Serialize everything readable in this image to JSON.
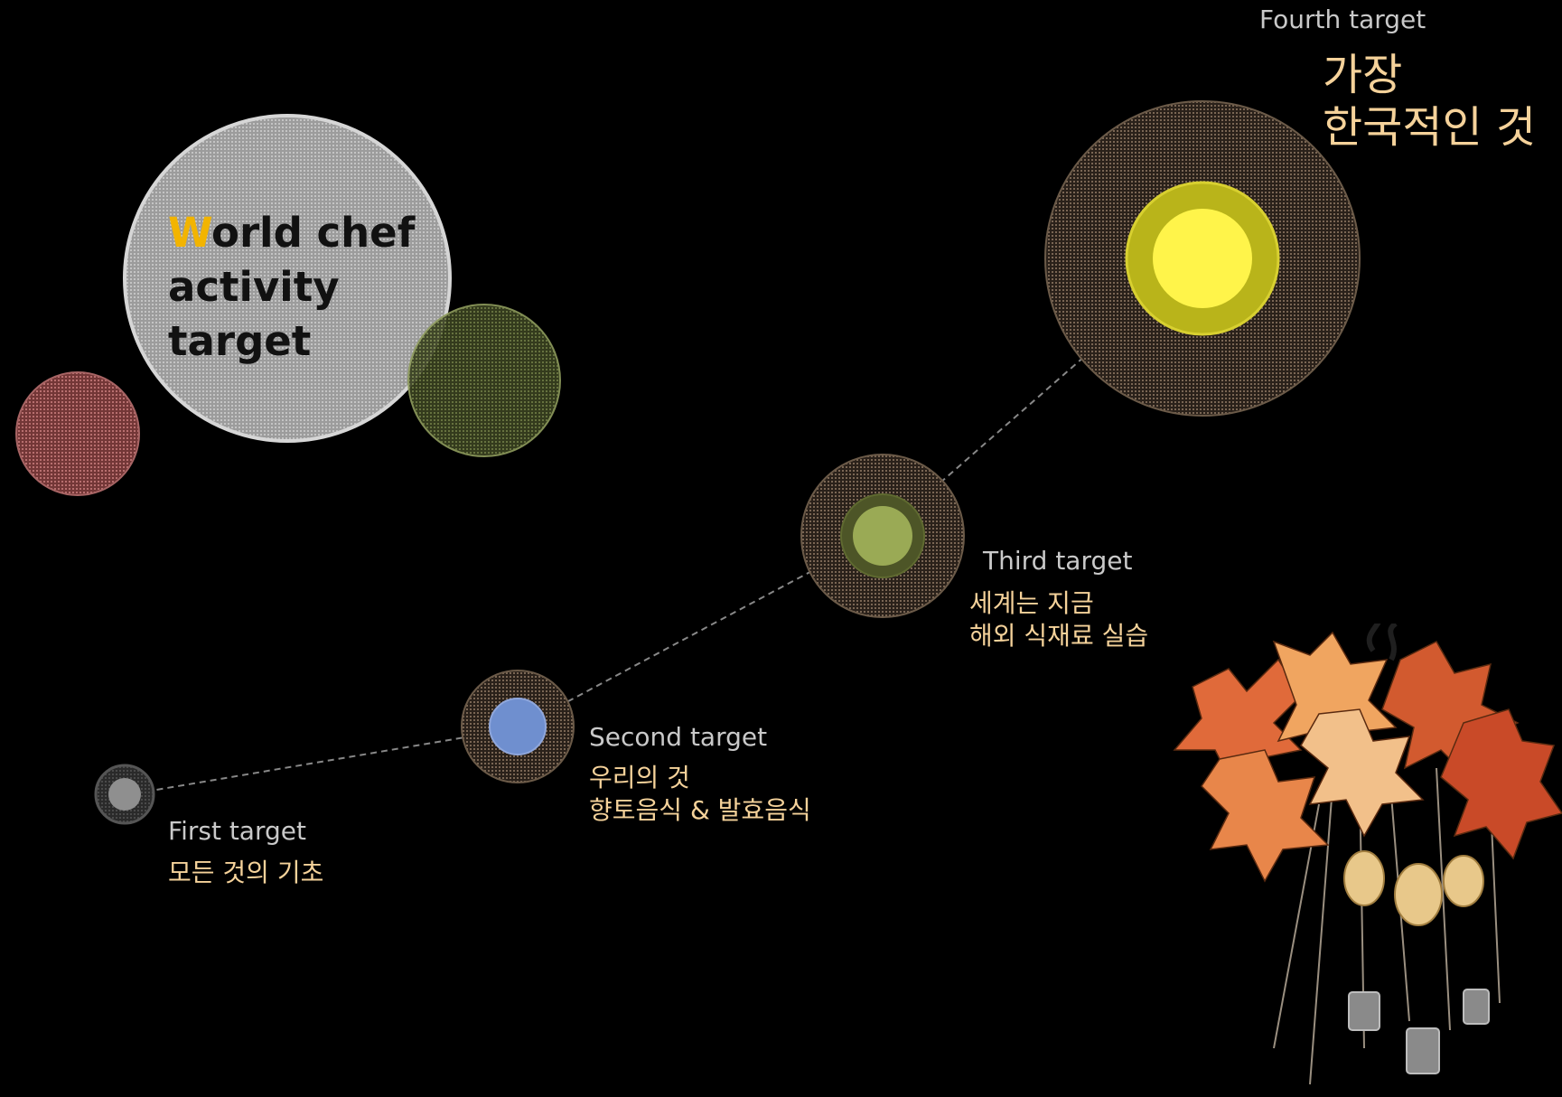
{
  "heading": {
    "accent_letter": "W",
    "line1_rest": "orld chef",
    "line2": "activity",
    "line3": "target"
  },
  "targets": [
    {
      "label": "First target",
      "desc_lines": [
        "모든 것의 기초"
      ]
    },
    {
      "label": "Second target",
      "desc_lines": [
        "우리의 것",
        "향토음식 & 발효음식"
      ]
    },
    {
      "label": "Third target",
      "desc_lines": [
        "세계는 지금",
        "해외 식재료 실습"
      ]
    },
    {
      "label": "Fourth target",
      "desc_lines": [
        "가장",
        "한국적인 것"
      ]
    }
  ],
  "colors": {
    "background": "#000000",
    "accent": "#f2b400",
    "label_text": "#c9c9c9",
    "desc_text": "#f5d29a",
    "halo": "#6b5a48",
    "dot_first": "#8f8f8f",
    "dot_second": "#6f8fcf",
    "dot_third": "#9aaa55",
    "dot_fourth": "#fff44a"
  },
  "decor": {
    "photo": "autumn-leaf-plant-photo"
  }
}
